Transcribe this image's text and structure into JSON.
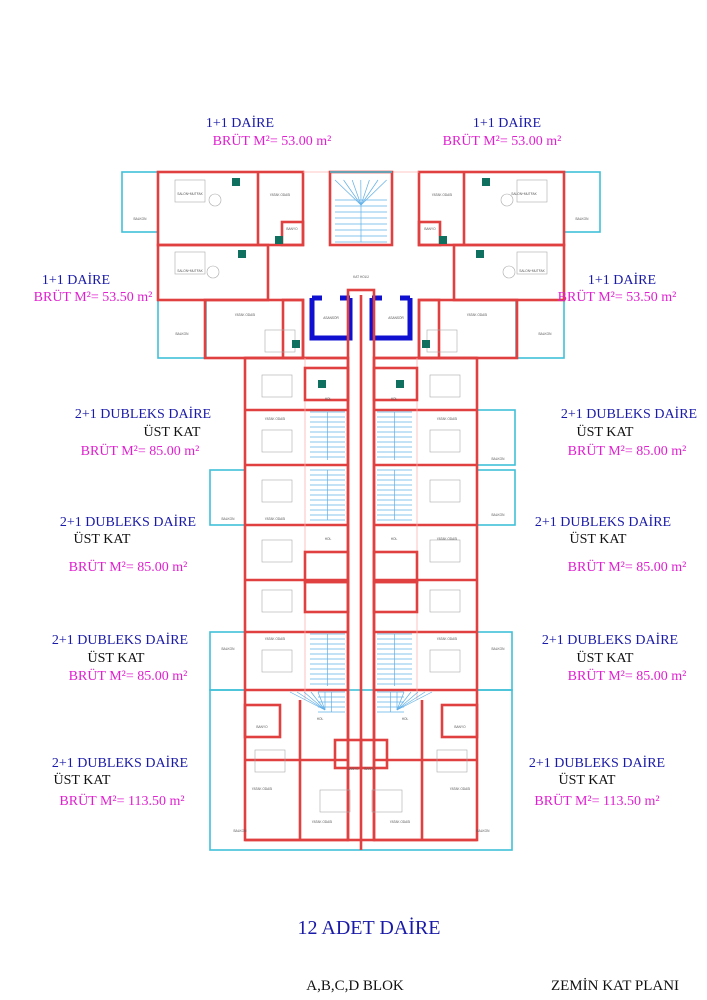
{
  "units": {
    "top_left": {
      "type": "1+1 DAİRE",
      "area": "BRÜT M²= 53.00 m²"
    },
    "top_right": {
      "type": "1+1 DAİRE",
      "area": "BRÜT M²= 53.00 m²"
    },
    "mid_left": {
      "type": "1+1 DAİRE",
      "area": "BRÜT M²= 53.50 m²"
    },
    "mid_right": {
      "type": "1+1 DAİRE",
      "area": "BRÜT M²= 53.50 m²"
    },
    "row2_left": {
      "type": "2+1 DUBLEKS DAİRE",
      "floor": "ÜST KAT",
      "area": "BRÜT M²= 85.00 m²"
    },
    "row2_right": {
      "type": "2+1 DUBLEKS DAİRE",
      "floor": "ÜST KAT",
      "area": "BRÜT M²= 85.00 m²"
    },
    "row3_left": {
      "type": "2+1 DUBLEKS DAİRE",
      "floor": "ÜST KAT",
      "area": "BRÜT M²= 85.00 m²"
    },
    "row3_right": {
      "type": "2+1 DUBLEKS DAİRE",
      "floor": "ÜST KAT",
      "area": "BRÜT M²= 85.00 m²"
    },
    "row4_left": {
      "type": "2+1 DUBLEKS DAİRE",
      "floor": "ÜST KAT",
      "area": "BRÜT M²= 85.00 m²"
    },
    "row4_right": {
      "type": "2+1 DUBLEKS DAİRE",
      "floor": "ÜST KAT",
      "area": "BRÜT M²= 85.00 m²"
    },
    "row5_left": {
      "type": "2+1 DUBLEKS DAİRE",
      "floor": "ÜST KAT",
      "area": "BRÜT M²= 113.50 m²"
    },
    "row5_right": {
      "type": "2+1 DUBLEKS DAİRE",
      "floor": "ÜST KAT",
      "area": "BRÜT M²= 113.50 m²"
    }
  },
  "rooms": {
    "salon": "SALON+MUTFAK",
    "bedroom": "YATAK ODASI",
    "bath": "BANYO",
    "balcony": "BALKON",
    "hall": "HOL",
    "elevator": "ASANSÖR",
    "floor_hall": "KAT HOLÜ"
  },
  "footer": {
    "count": "12 ADET DAİRE",
    "block": "A,B,C,D BLOK",
    "plan": "ZEMİN KAT PLANI"
  },
  "colors": {
    "walls": "#e04040",
    "balcony": "#40c0d8",
    "elevator": "#1010d0",
    "type_text": "#1a1aa8",
    "area_text": "#e020d0"
  }
}
